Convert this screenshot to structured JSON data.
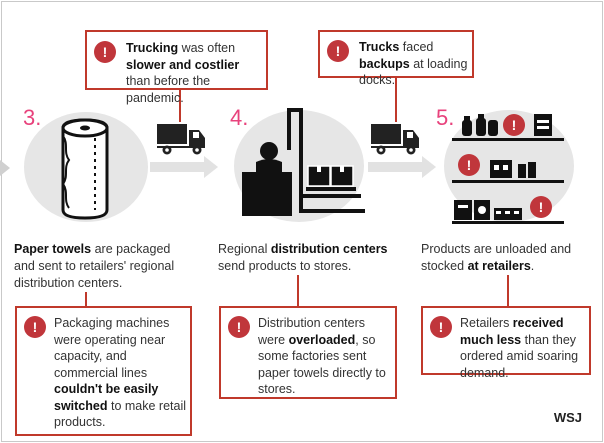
{
  "steps": [
    {
      "number": "3.",
      "desc_bold": "Paper towels",
      "desc_text": " are packaged and sent to retailers' regional distribution centers.",
      "alert": {
        "p1": "Packaging machines were operating near capacity, and commercial lines ",
        "bold": "couldn't be easily switched",
        "p2": " to make retail products."
      }
    },
    {
      "number": "4.",
      "desc_pre": "Regional ",
      "desc_bold": "distribution centers",
      "desc_post": " send products to stores.",
      "alert": {
        "p1": "Distribution centers were ",
        "bold": "overloaded",
        "p2": ", so some factories sent paper towels directly to stores."
      }
    },
    {
      "number": "5.",
      "desc_pre": "Products are unloaded and stocked ",
      "desc_bold": "at retailers",
      "desc_post": ".",
      "alert": {
        "p1": "Retailers ",
        "bold": "received much less",
        "p2": " than they ordered amid soaring demand."
      }
    }
  ],
  "top_alerts": [
    {
      "b1": "Trucking",
      "t1": " was often ",
      "b2": "slower and costlier",
      "t2": " than before the pandemic."
    },
    {
      "b1": "Trucks",
      "t1": " faced ",
      "b2": "backups",
      "t2": " at loading docks."
    }
  ],
  "alert_glyph": "!",
  "credit": "WSJ",
  "colors": {
    "alert_red": "#c0392b",
    "step_pink": "#e8427c",
    "circle_gray": "#e6e6e6"
  }
}
